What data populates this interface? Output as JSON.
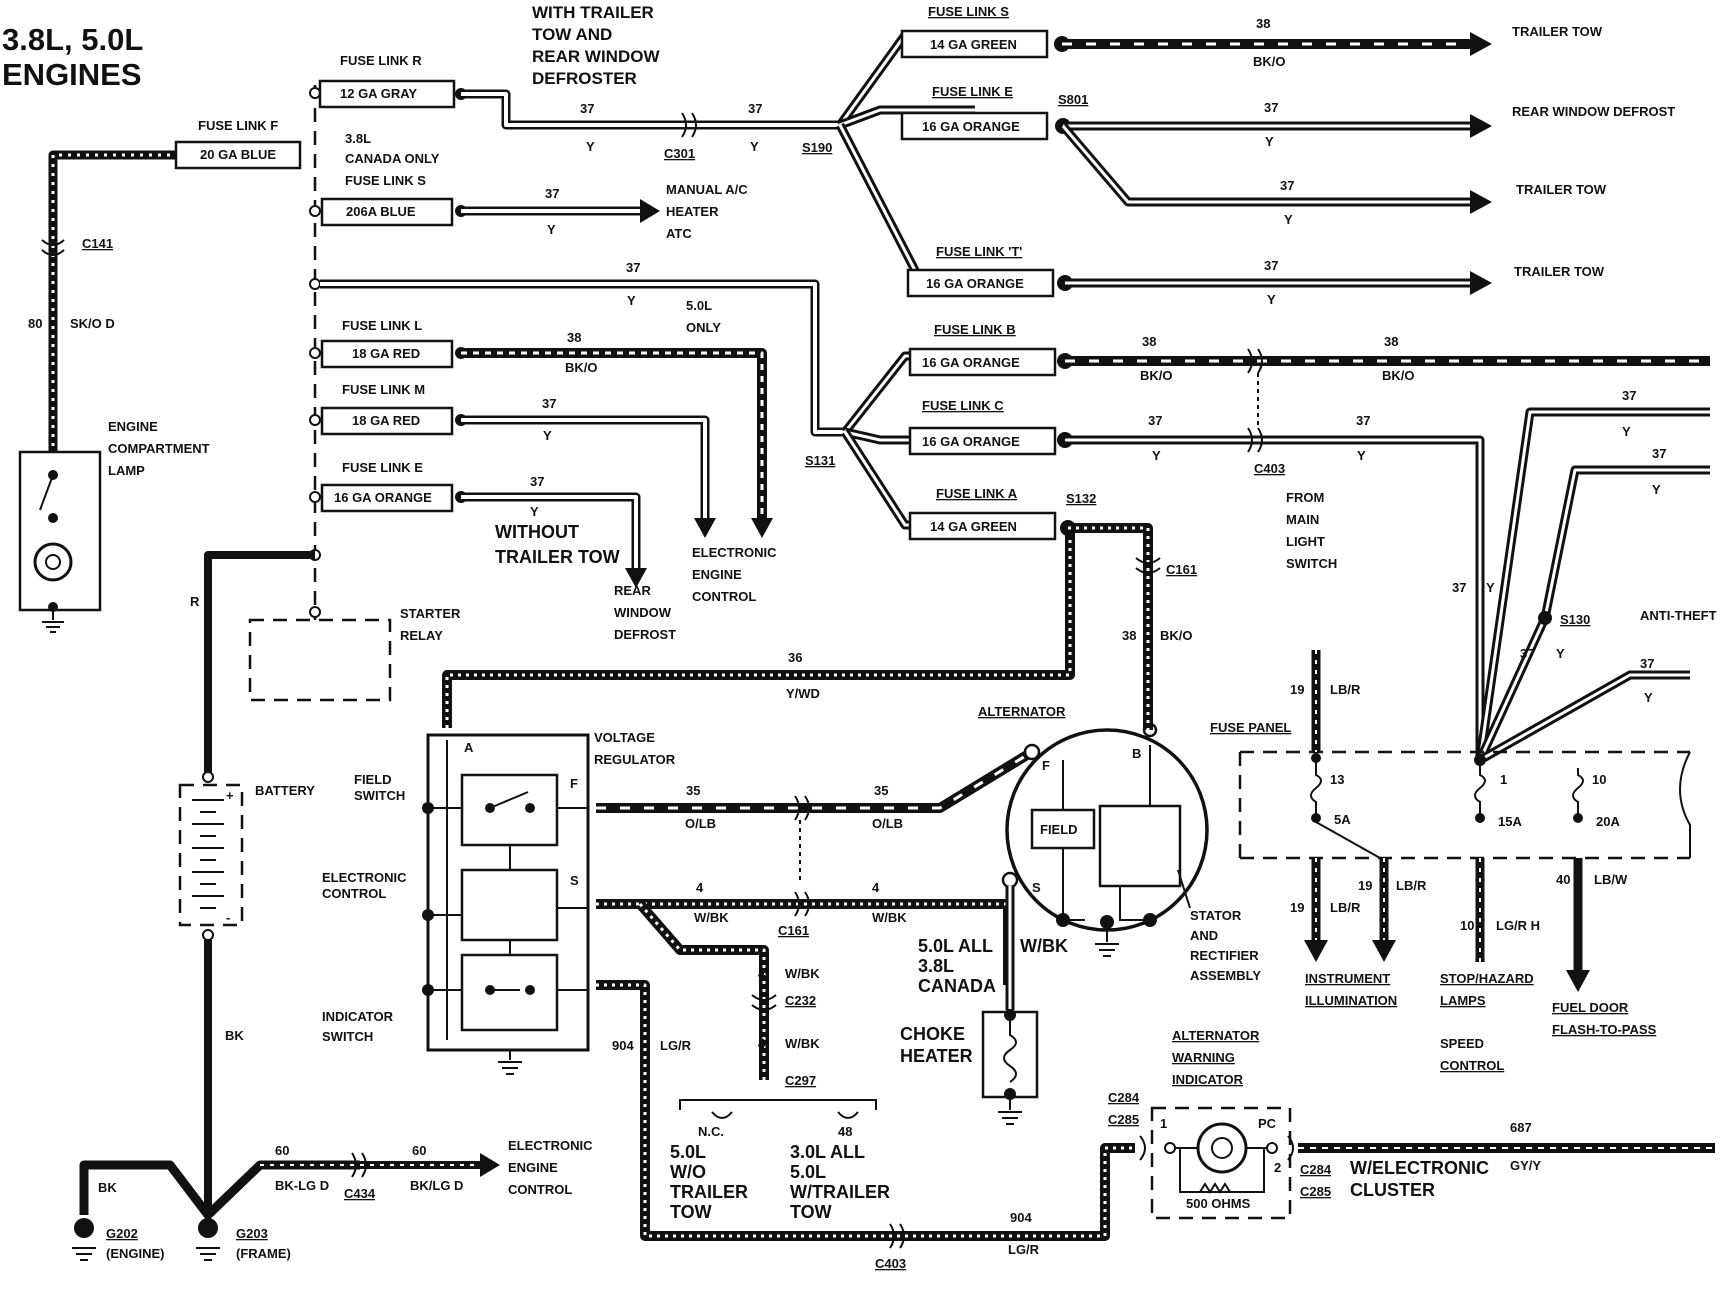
{
  "title": {
    "line1": "3.8L, 5.0L",
    "line2": "ENGINES"
  },
  "top_note": {
    "l1": "WITH TRAILER",
    "l2": "TOW AND",
    "l3": "REAR WINDOW",
    "l4": "DEFROSTER"
  },
  "fuse_links": {
    "f": {
      "label": "FUSE LINK F",
      "box": "20 GA BLUE"
    },
    "r": {
      "label": "FUSE LINK R",
      "box": "12 GA GRAY"
    },
    "s_canada": {
      "note1": "3.8L",
      "note2": "CANADA ONLY",
      "label": "FUSE LINK S",
      "box": "206A BLUE"
    },
    "l": {
      "label": "FUSE LINK L",
      "box": "18 GA RED"
    },
    "m": {
      "label": "FUSE LINK M",
      "box": "18 GA RED"
    },
    "e_left": {
      "label": "FUSE LINK E",
      "box": "16 GA ORANGE"
    },
    "s_right": {
      "label": "FUSE LINK S",
      "box": "14 GA GREEN"
    },
    "e_right": {
      "label": "FUSE LINK E",
      "box": "16 GA ORANGE"
    },
    "t": {
      "label": "FUSE LINK 'T'",
      "box": "16 GA ORANGE"
    },
    "b": {
      "label": "FUSE LINK B",
      "box": "16 GA ORANGE"
    },
    "c": {
      "label": "FUSE LINK C",
      "box": "16 GA ORANGE"
    },
    "a": {
      "label": "FUSE LINK A",
      "box": "14 GA GREEN"
    }
  },
  "connectors": {
    "c141": "C141",
    "c301": "C301",
    "s190": "S190",
    "s801": "S801",
    "s131": "S131",
    "s132": "S132",
    "c161_top": "C161",
    "c403_top": "C403",
    "s130": "S130",
    "c161_mid": "C161",
    "c232": "C232",
    "c297": "C297",
    "c434": "C434",
    "c403_bot": "C403",
    "c284_a": "C284",
    "c285_a": "C285",
    "c284_b": "C284",
    "c285_b": "C285"
  },
  "wires": {
    "w80": "80",
    "sko_d": "SK/O D",
    "r": "R",
    "bk": "BK",
    "bk_ground": "BK",
    "c37": "37",
    "y": "Y",
    "c38": "38",
    "bko": "BK/O",
    "c36": "36",
    "ywd": "Y/WD",
    "c35": "35",
    "olb": "O/LB",
    "c4": "4",
    "wbk": "W/BK",
    "c904": "904",
    "lgr": "LG/R",
    "c60": "60",
    "bklg_d": "BK-LG D",
    "bklg_d2": "BK/LG D",
    "c687": "687",
    "gyy": "GY/Y",
    "c19": "19",
    "lbr": "LB/R",
    "c10": "10",
    "lgr_h": "LG/R H",
    "c40": "40",
    "lbw": "LB/W"
  },
  "labels": {
    "engine_lamp": {
      "l1": "ENGINE",
      "l2": "COMPARTMENT",
      "l3": "LAMP"
    },
    "manual_ac": {
      "l1": "MANUAL A/C",
      "l2": "HEATER",
      "l3": "ATC"
    },
    "only_50": {
      "l1": "5.0L",
      "l2": "ONLY"
    },
    "without_tow": {
      "l1": "WITHOUT",
      "l2": "TRAILER TOW"
    },
    "rear_defrost_l": {
      "l1": "REAR",
      "l2": "WINDOW",
      "l3": "DEFROST"
    },
    "eec_top": {
      "l1": "ELECTRONIC",
      "l2": "ENGINE",
      "l3": "CONTROL"
    },
    "starter_relay": {
      "l1": "STARTER",
      "l2": "RELAY"
    },
    "battery": "BATTERY",
    "voltage_reg": {
      "l1": "VOLTAGE",
      "l2": "REGULATOR"
    },
    "field_switch": {
      "l1": "FIELD",
      "l2": "SWITCH"
    },
    "electronic_control": {
      "l1": "ELECTRONIC",
      "l2": "CONTROL"
    },
    "indicator_switch": {
      "l1": "INDICATOR",
      "l2": "SWITCH"
    },
    "alternator": "ALTERNATOR",
    "field": "FIELD",
    "stator": {
      "l1": "STATOR",
      "l2": "AND",
      "l3": "RECTIFIER",
      "l4": "ASSEMBLY"
    },
    "all50": "5.0L ALL",
    "canada38": {
      "l1": "3.8L",
      "l2": "CANADA"
    },
    "choke": {
      "l1": "CHOKE",
      "l2": "HEATER"
    },
    "nc_block": {
      "l1": "N.C.",
      "l2": "5.0L",
      "l3": "W/O",
      "l4": "TRAILER",
      "l5": "TOW"
    },
    "pin48": "48",
    "all30_block": {
      "l1": "3.0L ALL",
      "l2": "5.0L",
      "l3": "W/TRAILER",
      "l4": "TOW"
    },
    "eec_bot": {
      "l1": "ELECTRONIC",
      "l2": "ENGINE",
      "l3": "CONTROL"
    },
    "g202": {
      "id": "G202",
      "desc": "(ENGINE)"
    },
    "g203": {
      "id": "G203",
      "desc": "(FRAME)"
    },
    "alt_warn": {
      "l1": "ALTERNATOR",
      "l2": "WARNING",
      "l3": "INDICATOR"
    },
    "ohms": "500 OHMS",
    "pin1": "1",
    "pinpc": "PC",
    "pin2": "2",
    "wcluster": {
      "l1": "W/ELECTRONIC",
      "l2": "CLUSTER"
    },
    "from_switch": {
      "l1": "FROM",
      "l2": "MAIN",
      "l3": "LIGHT",
      "l4": "SWITCH"
    },
    "trailer_tow": "TRAILER TOW",
    "rear_defrost_r": "REAR WINDOW DEFROST",
    "anti_theft": "ANTI-THEFT",
    "fuse_panel": "FUSE PANEL",
    "fuse13": "13",
    "amp5": "5A",
    "fuse1": "1",
    "amp15": "15A",
    "fuse10": "10",
    "amp20": "20A",
    "instrument": {
      "l1": "INSTRUMENT",
      "l2": "ILLUMINATION"
    },
    "stop_hazard": {
      "l1": "STOP/HAZARD",
      "l2": "LAMPS"
    },
    "speed_control": {
      "l1": "SPEED",
      "l2": "CONTROL"
    },
    "fuel_door": {
      "l1": "FUEL DOOR",
      "l2": "FLASH-TO-PASS"
    },
    "pin_a": "A",
    "pin_f": "F",
    "pin_s": "S",
    "pin_b": "B"
  }
}
